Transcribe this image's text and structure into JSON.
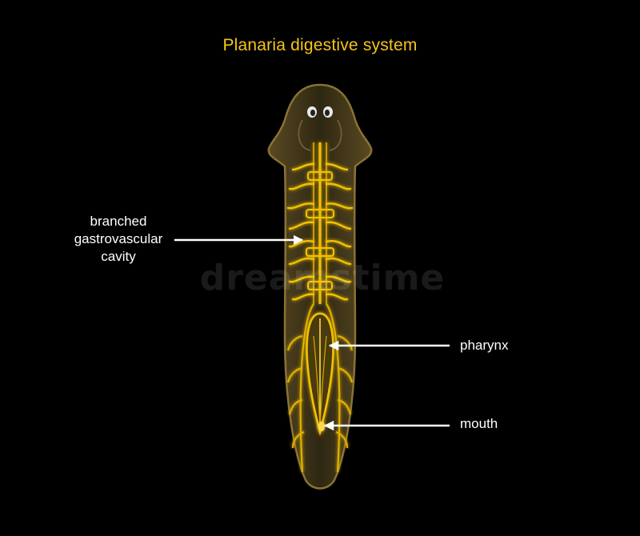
{
  "title": "Planaria digestive system",
  "watermark": "dreamstime",
  "labels": {
    "branched_line1": "branched",
    "branched_line2": "gastrovascular",
    "branched_line3": "cavity",
    "pharynx": "pharynx",
    "mouth": "mouth"
  },
  "colors": {
    "background": "#000000",
    "title": "#f5c518",
    "body_fill": "#3b3218",
    "gut": "#f2c200",
    "label": "#ffffff"
  }
}
